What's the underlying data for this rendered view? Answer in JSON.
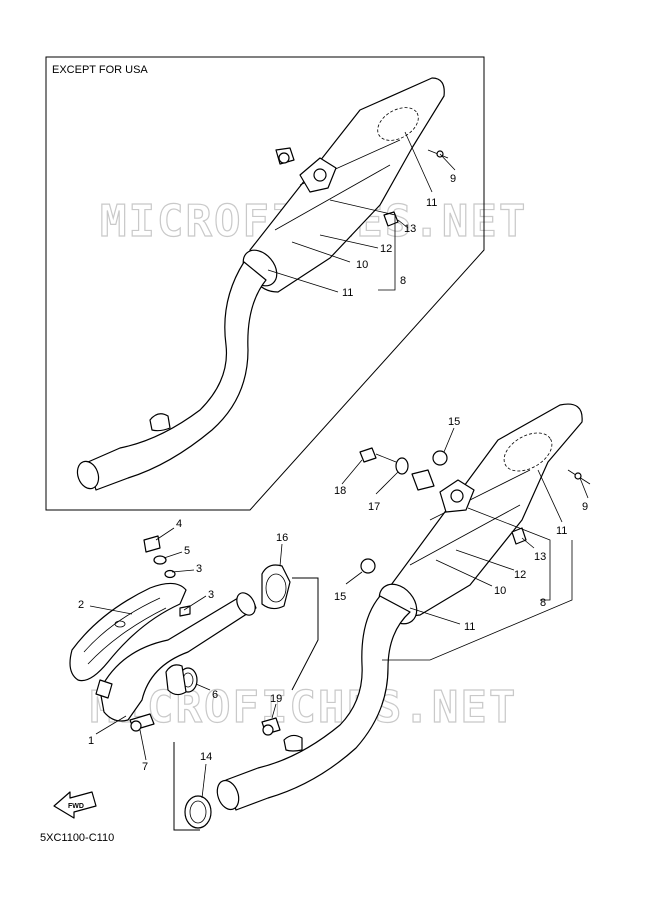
{
  "diagram": {
    "region_caption": "EXCEPT FOR USA",
    "diagram_code": "5XC1100-C110",
    "fwd_label": "FWD",
    "watermarks": [
      "MICROFICHES.NET",
      "MICROFICHES.NET"
    ],
    "callouts_upper": [
      "9",
      "11",
      "13",
      "12",
      "10",
      "8",
      "11"
    ],
    "callouts_lower": [
      "15",
      "18",
      "17",
      "9",
      "11",
      "13",
      "12",
      "10",
      "8",
      "15",
      "11"
    ],
    "callouts_left": [
      "4",
      "5",
      "3",
      "3",
      "2",
      "16",
      "6",
      "1",
      "7",
      "19",
      "14"
    ]
  }
}
